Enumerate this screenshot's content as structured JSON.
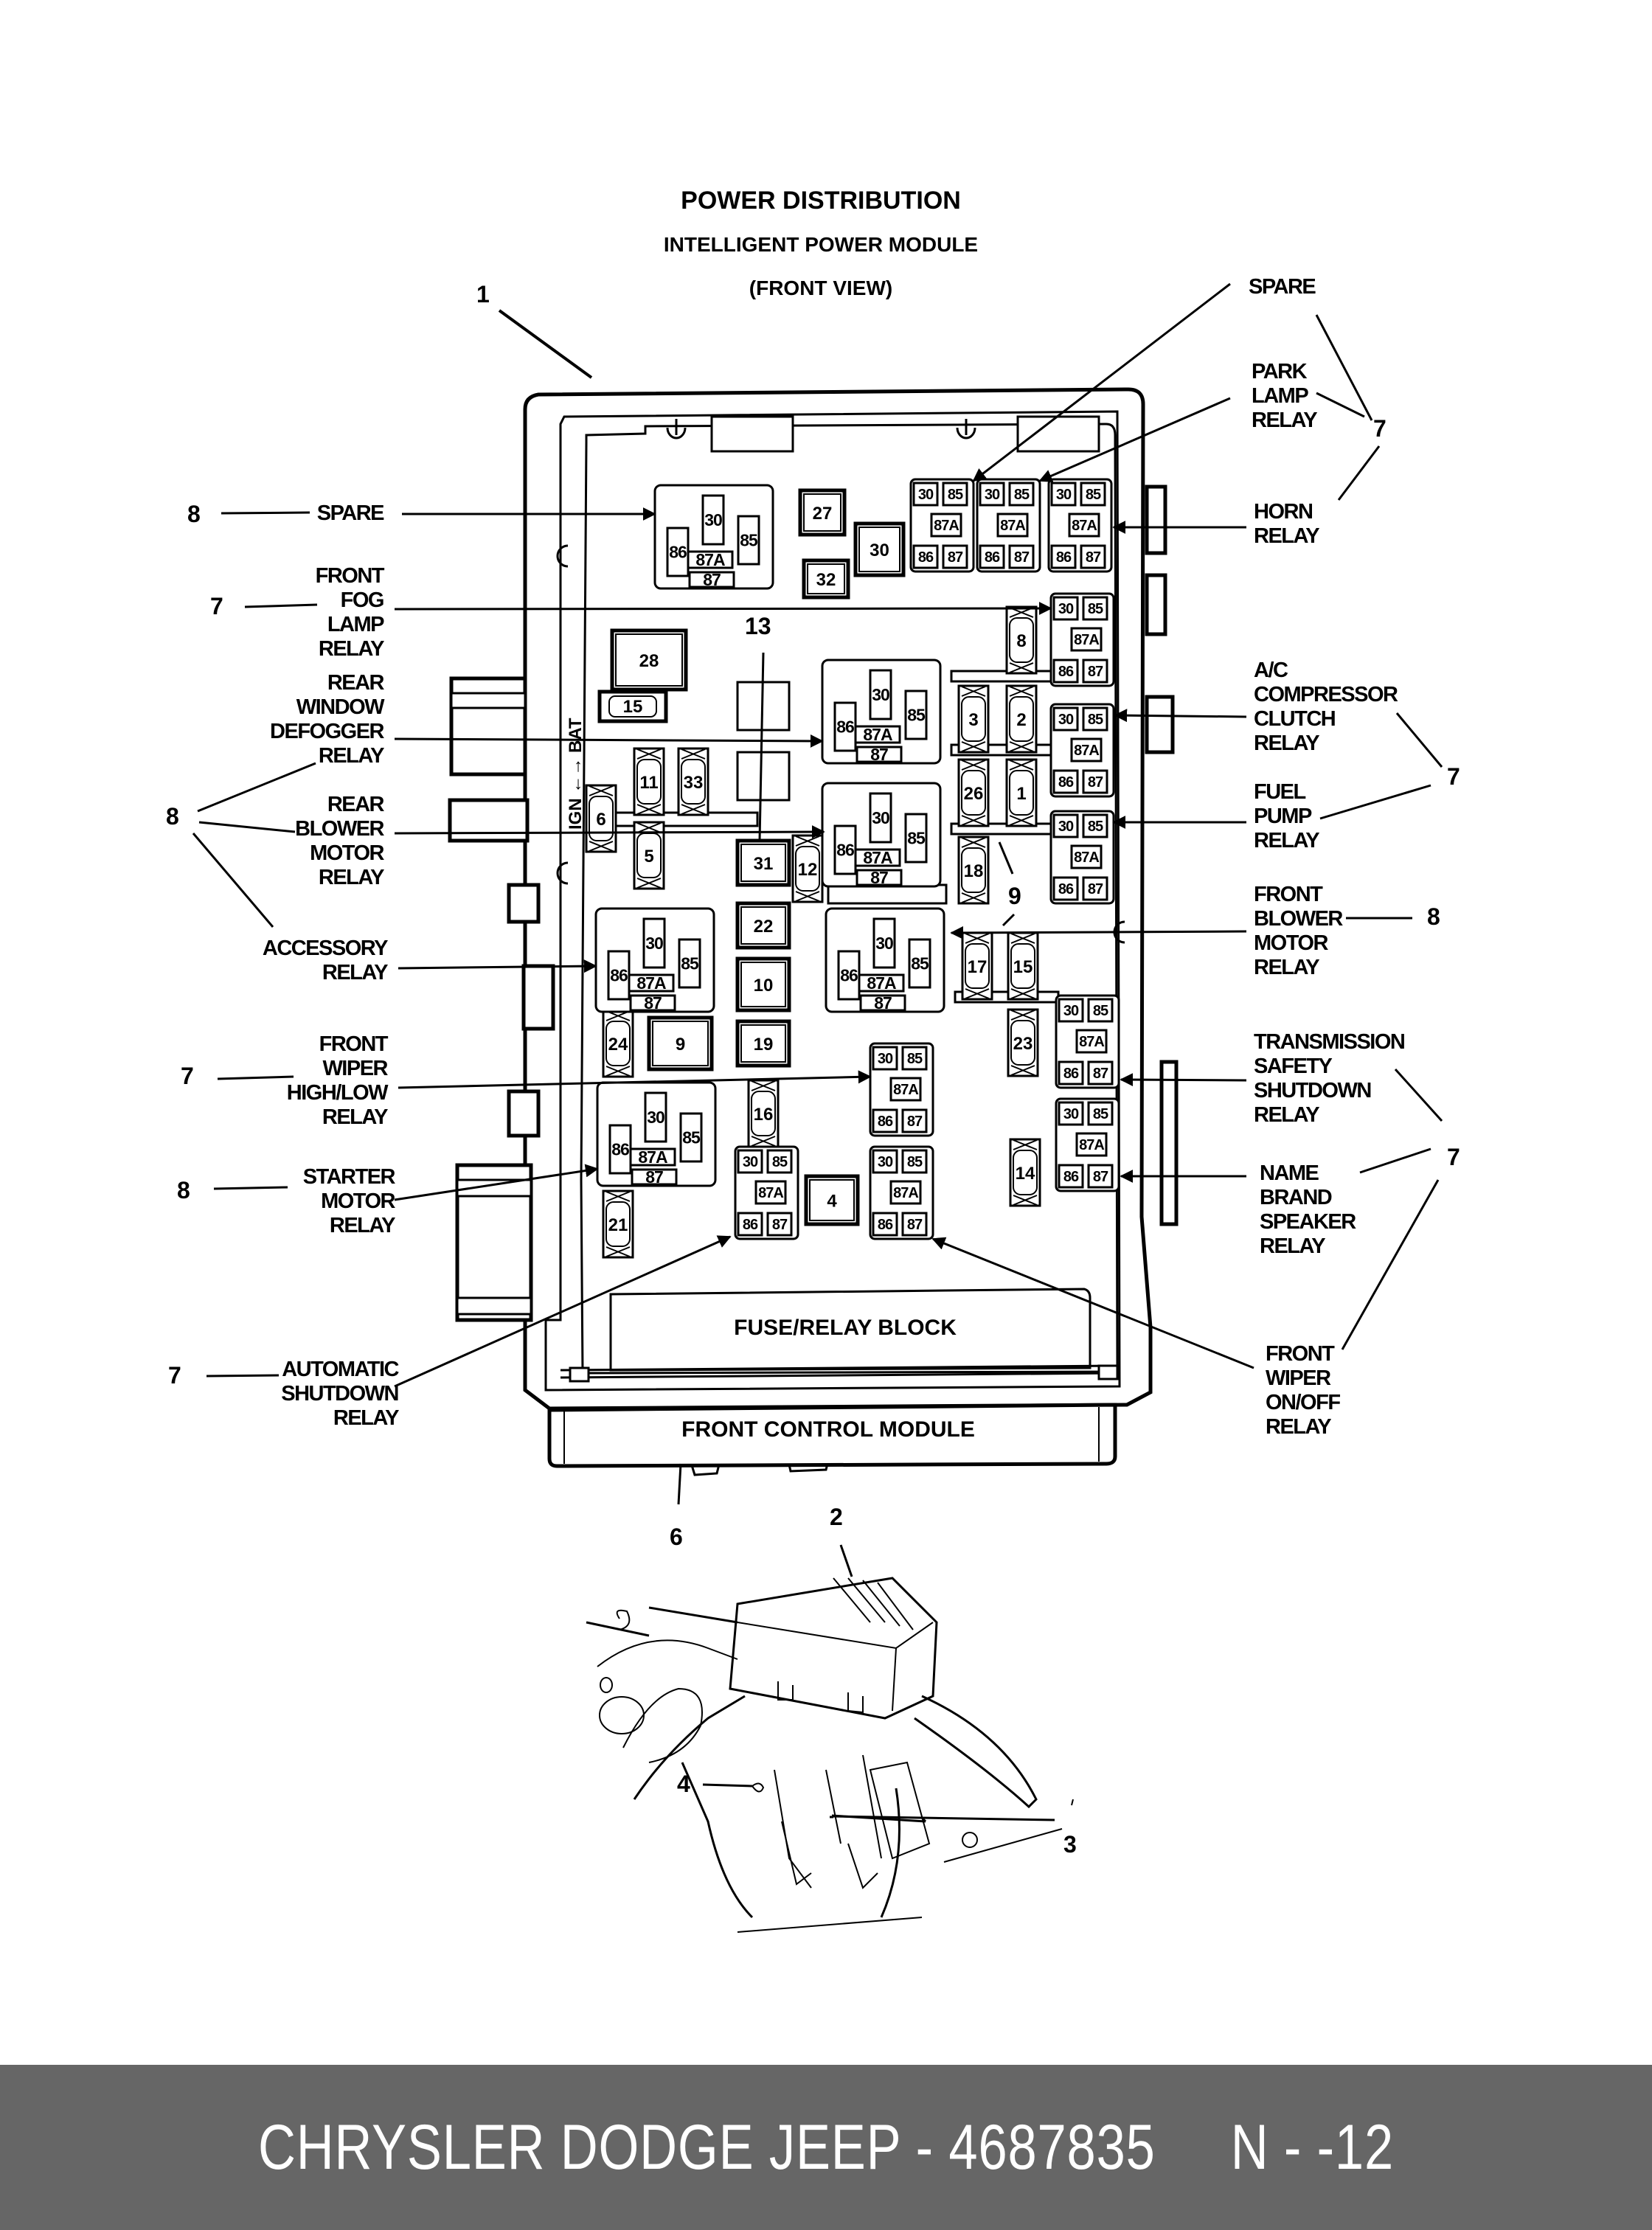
{
  "header": {
    "title": "POWER DISTRIBUTION",
    "subtitle": "INTELLIGENT POWER MODULE",
    "view": "(FRONT VIEW)"
  },
  "callouts": {
    "module": "1",
    "mounting_bracket": "2",
    "callout_3": "3",
    "callout_4": "4",
    "front_control_module": "6",
    "group_7": "7",
    "group_8": "8",
    "group_9": "9",
    "group_13": "13"
  },
  "left_labels": [
    {
      "id": "spare-left",
      "lines": [
        "SPARE"
      ],
      "callout": "8"
    },
    {
      "id": "front-fog-lamp-relay",
      "lines": [
        "FRONT",
        "FOG",
        "LAMP",
        "RELAY"
      ],
      "callout": "7"
    },
    {
      "id": "rear-window-defogger-relay",
      "lines": [
        "REAR",
        "WINDOW",
        "DEFOGGER",
        "RELAY"
      ],
      "callout": "8"
    },
    {
      "id": "rear-blower-motor-relay",
      "lines": [
        "REAR",
        "BLOWER",
        "MOTOR",
        "RELAY"
      ],
      "callout": "8"
    },
    {
      "id": "accessory-relay",
      "lines": [
        "ACCESSORY",
        "RELAY"
      ],
      "callout": "8"
    },
    {
      "id": "front-wiper-high-low-relay",
      "lines": [
        "FRONT",
        "WIPER",
        "HIGH/LOW",
        "RELAY"
      ],
      "callout": "7"
    },
    {
      "id": "starter-motor-relay",
      "lines": [
        "STARTER",
        "MOTOR",
        "RELAY"
      ],
      "callout": "8"
    },
    {
      "id": "automatic-shutdown-relay",
      "lines": [
        "AUTOMATIC",
        "SHUTDOWN",
        "RELAY"
      ],
      "callout": "7"
    }
  ],
  "right_labels": [
    {
      "id": "spare-right",
      "lines": [
        "SPARE"
      ],
      "callout": "7"
    },
    {
      "id": "park-lamp-relay",
      "lines": [
        "PARK",
        "LAMP",
        "RELAY"
      ],
      "callout": "7"
    },
    {
      "id": "horn-relay",
      "lines": [
        "HORN",
        "RELAY"
      ],
      "callout": "7"
    },
    {
      "id": "ac-compressor-clutch-relay",
      "lines": [
        "A/C",
        "COMPRESSOR",
        "CLUTCH",
        "RELAY"
      ],
      "callout": "7"
    },
    {
      "id": "fuel-pump-relay",
      "lines": [
        "FUEL",
        "PUMP",
        "RELAY"
      ],
      "callout": "7"
    },
    {
      "id": "front-blower-motor-relay",
      "lines": [
        "FRONT",
        "BLOWER",
        "MOTOR",
        "RELAY"
      ],
      "callout": "8"
    },
    {
      "id": "transmission-safety-shutdown-relay",
      "lines": [
        "TRANSMISSION",
        "SAFETY",
        "SHUTDOWN",
        "RELAY"
      ],
      "callout": "7"
    },
    {
      "id": "name-brand-speaker-relay",
      "lines": [
        "NAME",
        "BRAND",
        "SPEAKER",
        "RELAY"
      ],
      "callout": "7"
    },
    {
      "id": "front-wiper-on-off-relay",
      "lines": [
        "FRONT",
        "WIPER",
        "ON/OFF",
        "RELAY"
      ],
      "callout": "7"
    }
  ],
  "relay_pins": {
    "micro": [
      "30",
      "85",
      "87A",
      "86",
      "87"
    ],
    "mini": [
      "30",
      "86",
      "87A",
      "85",
      "87"
    ]
  },
  "cartridge_fuses": [
    "27",
    "30",
    "32",
    "28",
    "31",
    "22",
    "10",
    "19",
    "9",
    "4"
  ],
  "mini_fuses": [
    "15",
    "11",
    "33",
    "6",
    "5",
    "12",
    "8",
    "3",
    "2",
    "26",
    "1",
    "18",
    "17",
    "15",
    "23",
    "24",
    "16",
    "21",
    "14"
  ],
  "ign_bat_label": "IGN ←→ BAT",
  "module_labels": {
    "fuse_relay_block": "FUSE/RELAY BLOCK",
    "front_control_module": "FRONT CONTROL MODULE"
  },
  "footer": {
    "brand": "CHRYSLER DODGE JEEP",
    "separator": "-",
    "part_number": "4687835",
    "page_code": "N - -12"
  }
}
